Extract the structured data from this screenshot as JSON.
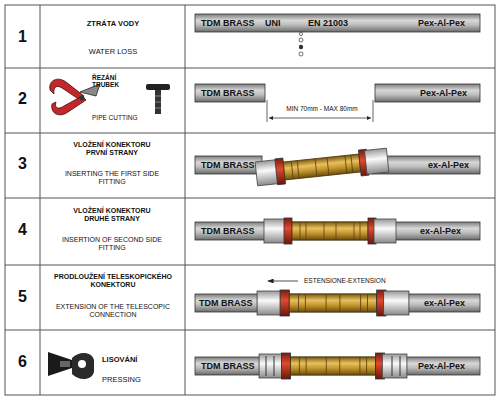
{
  "diagram": {
    "labels": [
      "1",
      "ZTRÁTA VODY",
      "WATER LOSS",
      "TDM BRASS",
      "UNI",
      "EN 21003",
      "Pex-Al-Pex",
      "2",
      "ŘEZÁNÍ TRUBEK",
      "PIPE CUTTING",
      "TDM BRASS",
      "MIN 70mm - MAX 80mm",
      "Pex-Al-Pex",
      "3",
      "VLOŽENÍ KONEKTORU PRVNÍ STRANY",
      "INSERTING THE FIRST SIDE FITTING",
      "TDM BRASS",
      "ex-Al-Pex",
      "4",
      "VLOŽENÍ KONEKTORU DRUHÉ STRANY",
      "INSERTION OF SECOND SIDE FITTING",
      "TDM BRASS",
      "ex-Al-Pex",
      "5",
      "PRODLOUŽENÍ TELESKOPICKÉHO KONEKTORU",
      "EXTENSION OF THE TELESCOPIC CONNECTION",
      "ESTENSIONE-EXTENSION",
      "TDM BRASS",
      "ex-Al-Pex",
      "6",
      "LISOVÁNÍ",
      "PRESSING",
      "TDM BRASS",
      "Pex-Al-Pex"
    ]
  }
}
